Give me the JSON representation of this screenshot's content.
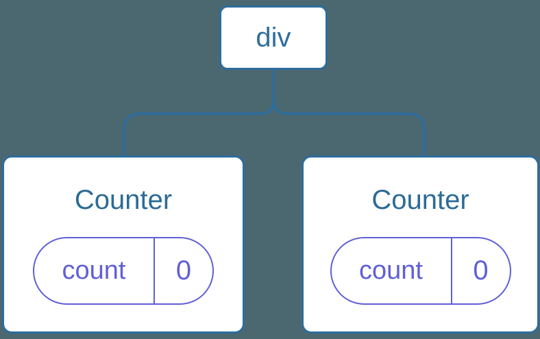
{
  "colors": {
    "background": "#4b6770",
    "node_background": "#ffffff",
    "tree_blue": "#2d6d9d",
    "title_blue": "#2b6b96",
    "state_purple": "#5f5fd6"
  },
  "tree": {
    "root": {
      "label": "div"
    },
    "children": [
      {
        "name": "Counter",
        "state_key": "count",
        "state_value": "0"
      },
      {
        "name": "Counter",
        "state_key": "count",
        "state_value": "0"
      }
    ]
  }
}
